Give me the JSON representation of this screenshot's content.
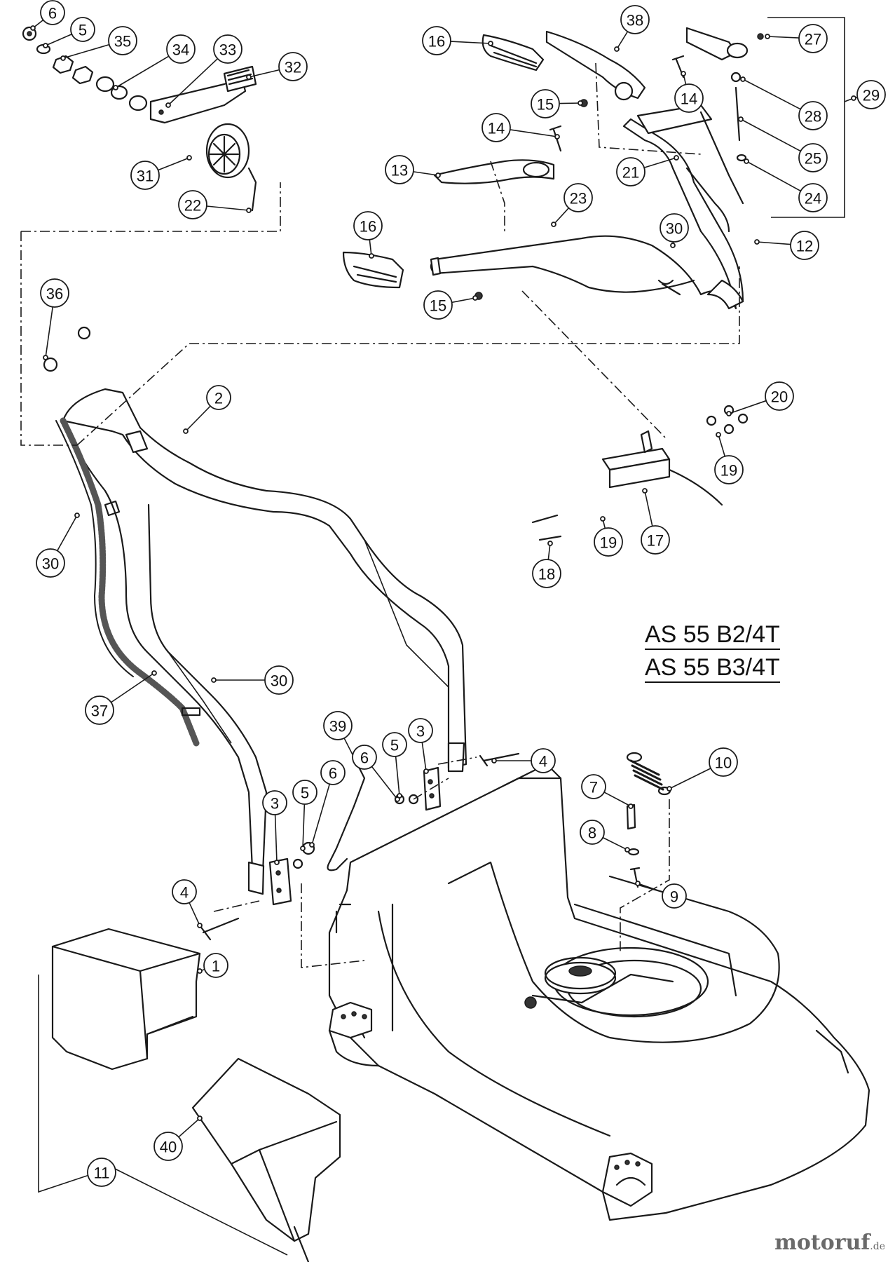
{
  "diagram": {
    "model_labels": [
      "AS 55 B2/4T",
      "AS 55 B3/4T"
    ],
    "callouts": [
      {
        "id": "c6a",
        "label": "6"
      },
      {
        "id": "c5a",
        "label": "5"
      },
      {
        "id": "c35",
        "label": "35"
      },
      {
        "id": "c34",
        "label": "34"
      },
      {
        "id": "c33",
        "label": "33"
      },
      {
        "id": "c32",
        "label": "32"
      },
      {
        "id": "c31",
        "label": "31"
      },
      {
        "id": "c22",
        "label": "22"
      },
      {
        "id": "c16a",
        "label": "16"
      },
      {
        "id": "c38",
        "label": "38"
      },
      {
        "id": "c27",
        "label": "27"
      },
      {
        "id": "c29",
        "label": "29"
      },
      {
        "id": "c15a",
        "label": "15"
      },
      {
        "id": "c14a",
        "label": "14"
      },
      {
        "id": "c28",
        "label": "28"
      },
      {
        "id": "c14b",
        "label": "14"
      },
      {
        "id": "c25",
        "label": "25"
      },
      {
        "id": "c13",
        "label": "13"
      },
      {
        "id": "c21",
        "label": "21"
      },
      {
        "id": "c24",
        "label": "24"
      },
      {
        "id": "c23",
        "label": "23"
      },
      {
        "id": "c16b",
        "label": "16"
      },
      {
        "id": "c30a",
        "label": "30"
      },
      {
        "id": "c12",
        "label": "12"
      },
      {
        "id": "c15b",
        "label": "15"
      },
      {
        "id": "c36",
        "label": "36"
      },
      {
        "id": "c2",
        "label": "2"
      },
      {
        "id": "c20",
        "label": "20"
      },
      {
        "id": "c19a",
        "label": "19"
      },
      {
        "id": "c19b",
        "label": "19"
      },
      {
        "id": "c17",
        "label": "17"
      },
      {
        "id": "c18",
        "label": "18"
      },
      {
        "id": "c30b",
        "label": "30"
      },
      {
        "id": "c30c",
        "label": "30"
      },
      {
        "id": "c37",
        "label": "37"
      },
      {
        "id": "c39",
        "label": "39"
      },
      {
        "id": "c3a",
        "label": "3"
      },
      {
        "id": "c5b",
        "label": "5"
      },
      {
        "id": "c6b",
        "label": "6"
      },
      {
        "id": "c4a",
        "label": "4"
      },
      {
        "id": "c10",
        "label": "10"
      },
      {
        "id": "c7",
        "label": "7"
      },
      {
        "id": "c3b",
        "label": "3"
      },
      {
        "id": "c5c",
        "label": "5"
      },
      {
        "id": "c6c",
        "label": "6"
      },
      {
        "id": "c8",
        "label": "8"
      },
      {
        "id": "c4b",
        "label": "4"
      },
      {
        "id": "c9",
        "label": "9"
      },
      {
        "id": "c1",
        "label": "1"
      },
      {
        "id": "c40",
        "label": "40"
      },
      {
        "id": "c11",
        "label": "11"
      }
    ]
  },
  "watermark": {
    "brand": "motoruf",
    "suffix": ".de"
  }
}
